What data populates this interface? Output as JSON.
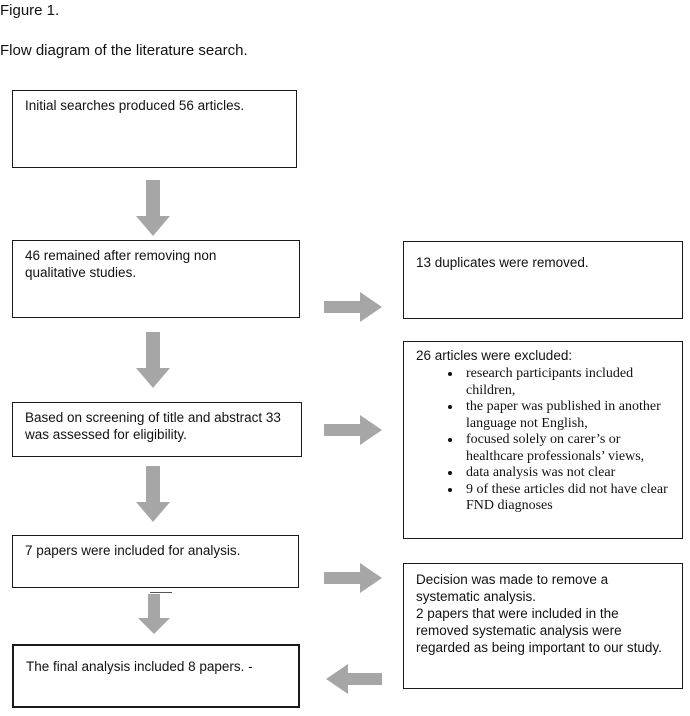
{
  "figure_label": "Figure 1.",
  "figure_title": "Flow diagram of the literature search.",
  "boxes": {
    "initial": "Initial searches produced 56 articles.",
    "remained": "46 remained after removing non qualitative studies.",
    "duplicates": "13 duplicates were removed.",
    "screening": "Based on screening of title and abstract 33 was assessed for eligibility.",
    "excluded_title": "26 articles were excluded:",
    "excluded_items": [
      "research participants included children,",
      "the paper was published in another language not English,",
      "focused solely on carer’s or healthcare professionals’ views,",
      "data analysis was not clear",
      "9 of these articles did not have clear FND diagnoses"
    ],
    "included": "7 papers were included for analysis.",
    "decision_line1": "Decision was made to remove a systematic analysis.",
    "decision_line2": "2 papers that were included in the removed systematic analysis were regarded as being important to our study.",
    "final": "The final analysis included 8 papers. -"
  },
  "colors": {
    "arrow": "#a6a6a6",
    "border": "#1a1a1a",
    "text": "#111111"
  }
}
